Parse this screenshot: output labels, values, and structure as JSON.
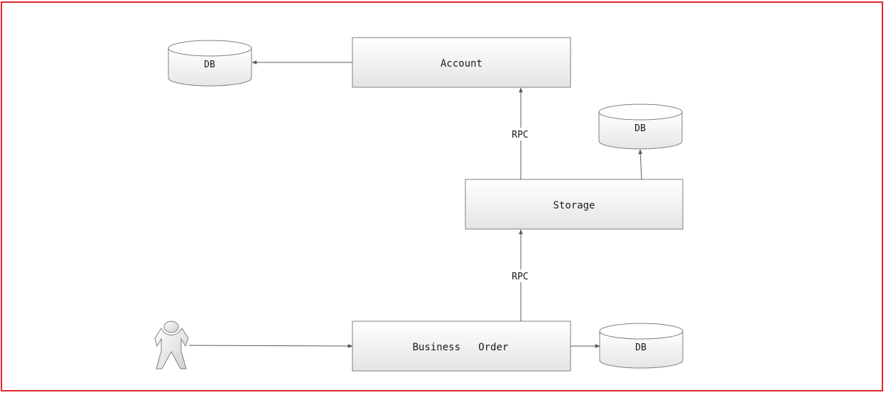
{
  "diagram": {
    "services": {
      "account": "Account",
      "storage": "Storage",
      "business_order": "Business   Order"
    },
    "databases": {
      "account_db": "DB",
      "storage_db": "DB",
      "order_db": "DB"
    },
    "edges": {
      "order_to_storage": "RPC",
      "storage_to_account": "RPC"
    },
    "colors": {
      "frame_border": "#e0262c",
      "box_stroke": "#7f7f7f",
      "arrow": "#595959"
    },
    "icons": {
      "actor": "user-actor-icon"
    }
  }
}
